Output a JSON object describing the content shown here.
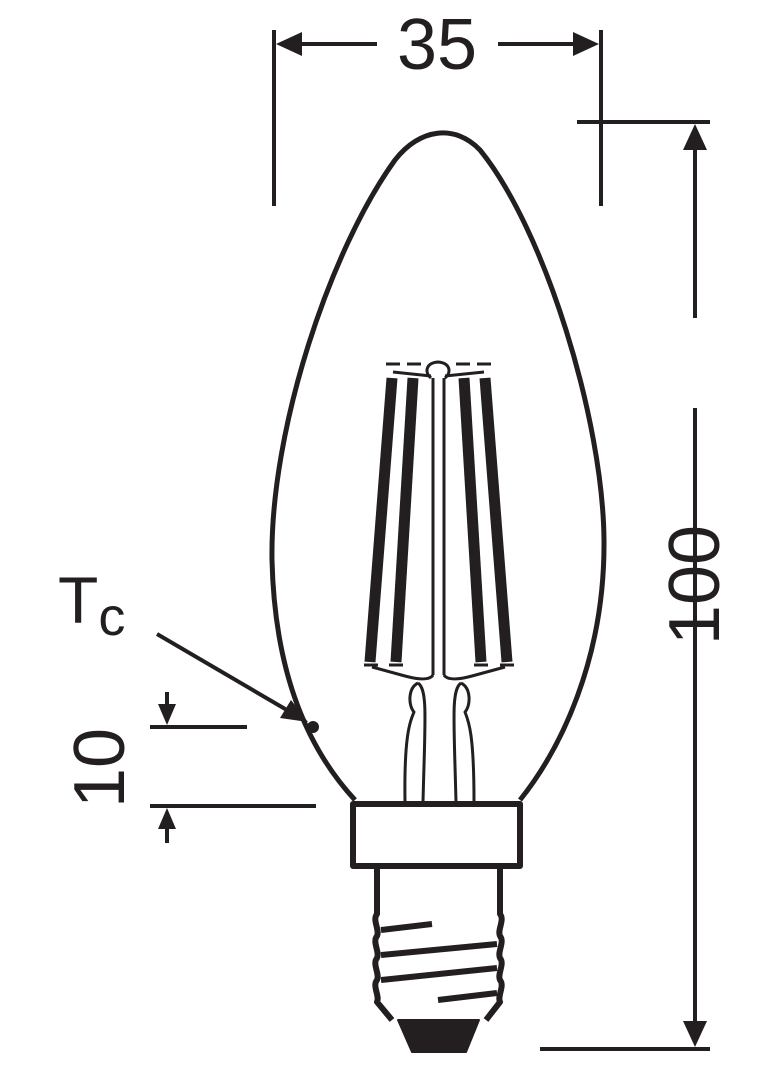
{
  "diagram": {
    "subject": "Candle-shaped LED filament lamp, screw base",
    "line_color": "#231f20",
    "background": "#ffffff",
    "dimensions": {
      "width": {
        "value": "35",
        "orientation": "horizontal",
        "position": "top"
      },
      "height": {
        "value": "100",
        "orientation": "vertical",
        "position": "right"
      },
      "tc_offset": {
        "value": "10",
        "orientation": "vertical",
        "position": "left"
      }
    },
    "labels": {
      "tc_main": "T",
      "tc_sub": "c"
    },
    "components": [
      "glass-bulb",
      "led-filaments",
      "support-wires",
      "collar",
      "screw-base",
      "base-contact",
      "tc-point-marker"
    ]
  }
}
